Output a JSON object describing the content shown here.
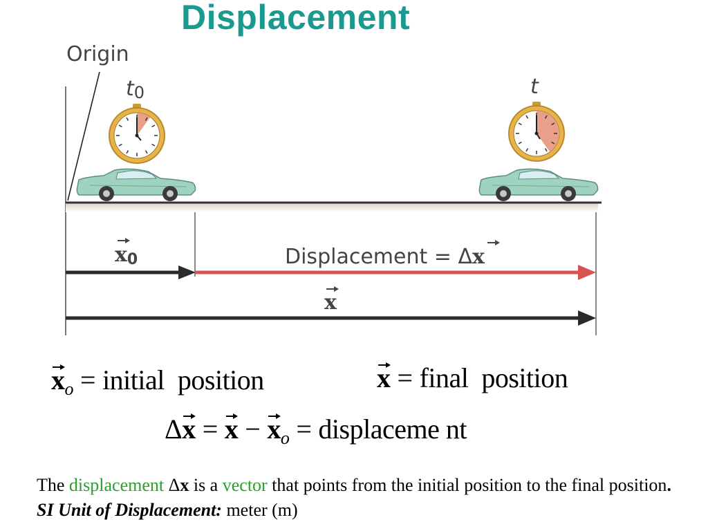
{
  "title": "Displacement",
  "figure": {
    "origin_label": "Origin",
    "t0_label": "t",
    "t0_sub": "0",
    "t_label": "t",
    "x0_label": "x",
    "x0_sub": "0",
    "displacement_label": "Displacement = Δ",
    "displacement_vec": "x",
    "x_label": "x",
    "colors": {
      "road": "#333333",
      "displacement_arrow": "#d9534f",
      "position_arrow": "#2b2b2b",
      "clock_case": "#e8b44a",
      "clock_wedge": "#e8a08a",
      "car_body": "#9fd3c0"
    }
  },
  "equations": {
    "eq1": {
      "vec": "x",
      "sub": "o",
      "eq": "=",
      "rhs": "initial  position"
    },
    "eq2": {
      "vec": "x",
      "eq": "=",
      "rhs": "final  position"
    },
    "eq3": {
      "delta": "Δ",
      "vec_a": "x",
      "eq_a": "=",
      "vec_b": "x",
      "minus": "−",
      "vec_c": "x",
      "sub": "o",
      "eq_b": "=",
      "rhs": "displaceme nt"
    }
  },
  "description": {
    "p1": "The ",
    "w1": "displacement",
    "p2": " Δ",
    "b1": "x",
    "p3": " is a ",
    "w2": "vector",
    "p4": " that points from the initial position to the final position",
    "dot": ".",
    "si": "SI Unit of Displacement:",
    "p5": " meter (m)"
  }
}
